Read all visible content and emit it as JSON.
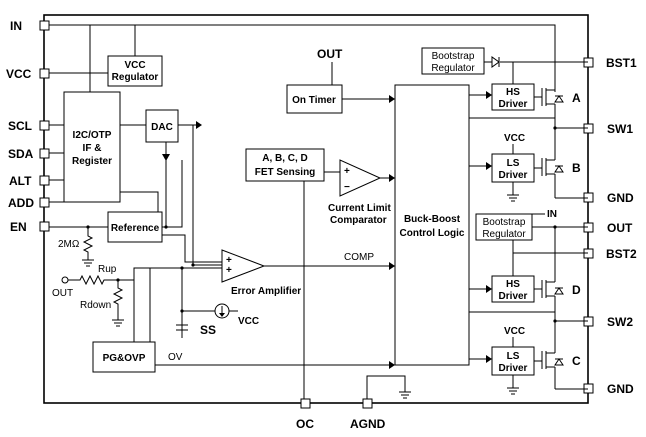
{
  "pins_left": {
    "in": "IN",
    "vcc": "VCC",
    "scl": "SCL",
    "sda": "SDA",
    "alt": "ALT",
    "add": "ADD",
    "en": "EN"
  },
  "pins_right": {
    "bst1": "BST1",
    "sw1": "SW1",
    "gnd1": "GND",
    "out": "OUT",
    "bst2": "BST2",
    "sw2": "SW2",
    "gnd2": "GND"
  },
  "pins_bottom": {
    "oc": "OC",
    "agnd": "AGND"
  },
  "blocks": {
    "vcc_regulator": [
      "VCC",
      "Regulator"
    ],
    "i2c": [
      "I2C/OTP",
      "IF &",
      "Register"
    ],
    "dac": "DAC",
    "reference": "Reference",
    "on_timer": "On Timer",
    "fet_sensing": [
      "A, B, C, D",
      "FET Sensing"
    ],
    "buck_boost": [
      "Buck-Boost",
      "Control Logic"
    ],
    "bootstrap1": [
      "Bootstrap",
      "Regulator"
    ],
    "bootstrap2": [
      "Bootstrap",
      "Regulator"
    ],
    "hs_driver1": [
      "HS",
      "Driver"
    ],
    "ls_driver1": [
      "LS",
      "Driver"
    ],
    "hs_driver2": [
      "HS",
      "Driver"
    ],
    "ls_driver2": [
      "LS",
      "Driver"
    ],
    "pgovp": "PG&OVP"
  },
  "labels": {
    "out_top": "OUT",
    "current_limit": [
      "Current Limit",
      "Comparator"
    ],
    "error_amp": "Error Amplifier",
    "comp": "COMP",
    "ov": "OV",
    "ss": "SS",
    "vcc_src": "VCC",
    "vcc_ls1": "VCC",
    "vcc_ls2": "VCC",
    "in_bootstrap2": "IN",
    "res_2m": "2MΩ",
    "rup": "Rup",
    "rdown": "Rdown",
    "out_fb": "OUT",
    "fet_a": "A",
    "fet_b": "B",
    "fet_c": "C",
    "fet_d": "D",
    "plus": "+",
    "minus": "−",
    "plus2": "+"
  }
}
